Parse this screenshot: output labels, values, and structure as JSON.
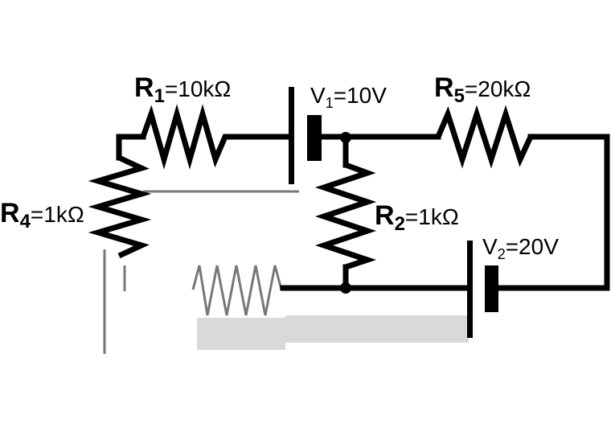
{
  "components": {
    "R1": {
      "symbol": "R",
      "sub": "1",
      "value": "=10kΩ"
    },
    "R2": {
      "symbol": "R",
      "sub": "2",
      "value": "=1kΩ"
    },
    "R4": {
      "symbol": "R",
      "sub": "4",
      "value": "=1kΩ"
    },
    "R5": {
      "symbol": "R",
      "sub": "5",
      "value": "=20kΩ"
    },
    "V1": {
      "symbol": "V",
      "sub": "1",
      "value": "=10V"
    },
    "V2": {
      "symbol": "V",
      "sub": "2",
      "value": "=20V"
    }
  }
}
